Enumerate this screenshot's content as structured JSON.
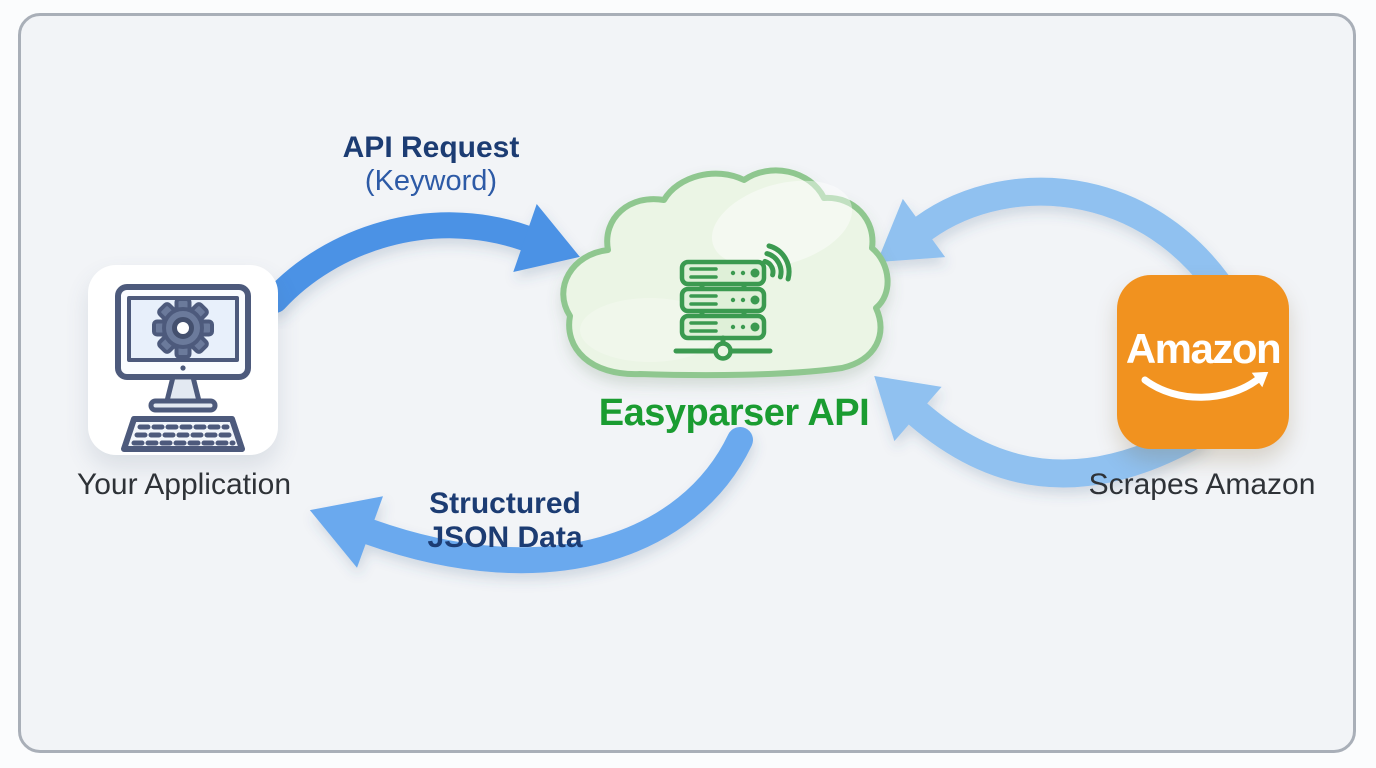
{
  "frame": {
    "background": "#f2f4f7",
    "border_color": "#a9afb8"
  },
  "nodes": {
    "application": {
      "label": "Your Application",
      "icon": "computer-gear-icon"
    },
    "easyparser": {
      "label": "Easyparser API",
      "label_color": "#1a9c31",
      "icon": "cloud-server-wifi-icon",
      "cloud_fill": "#ebf5e5",
      "cloud_stroke": "#8fc78f",
      "server_green": "#3b9a50"
    },
    "amazon": {
      "logo_text": "Amazon",
      "caption": "Scrapes Amazon",
      "tile_color": "#f1921f",
      "icon": "amazon-smile-icon"
    }
  },
  "edges": {
    "request": {
      "label": "API Request",
      "sublabel": "(Keyword)",
      "from": "application",
      "to": "easyparser",
      "color": "#4b92e5"
    },
    "response": {
      "line1": "Structured",
      "line2": "JSON Data",
      "from": "easyparser",
      "to": "application",
      "color": "#6aa9ee"
    },
    "amazon_top": {
      "from": "amazon",
      "to": "easyparser",
      "color": "#90c1f0"
    },
    "amazon_bottom": {
      "from": "amazon",
      "to": "easyparser",
      "color": "#90c1f0"
    }
  },
  "text_colors": {
    "edge_label": "#1c3c73",
    "edge_sublabel": "#2d5aa6",
    "caption": "#2e3237"
  }
}
